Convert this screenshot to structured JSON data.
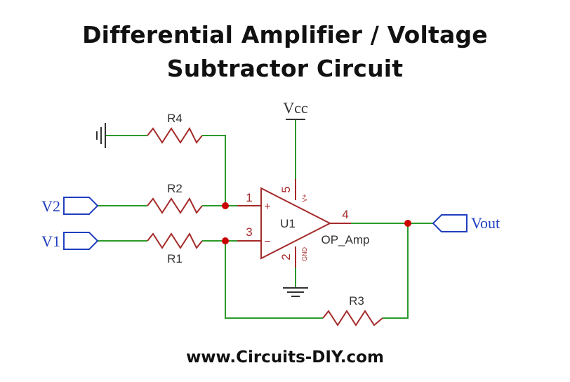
{
  "title": {
    "line1": "Differential Amplifier / Voltage",
    "line2": "Subtractor Circuit"
  },
  "footer": "www.Circuits-DIY.com",
  "colors": {
    "wire": "#2a9a2a",
    "component": "#a52a2a",
    "port": "#1f3fbf",
    "node": "#cc0000",
    "ground": "#333333"
  },
  "circuit": {
    "supply": "Vcc",
    "ports": {
      "v2": "V2",
      "v1": "V1",
      "vout": "Vout"
    },
    "resistors": {
      "r1": "R1",
      "r2": "R2",
      "r3": "R3",
      "r4": "R4"
    },
    "opamp": {
      "ref": "U1",
      "part": "OP_Amp",
      "plus": "+",
      "minus": "−",
      "pins": {
        "p1": "1",
        "p3": "3",
        "p4": "4",
        "p5": "5",
        "p2": "2"
      },
      "vplus": "V+",
      "gnd": "GND"
    }
  }
}
